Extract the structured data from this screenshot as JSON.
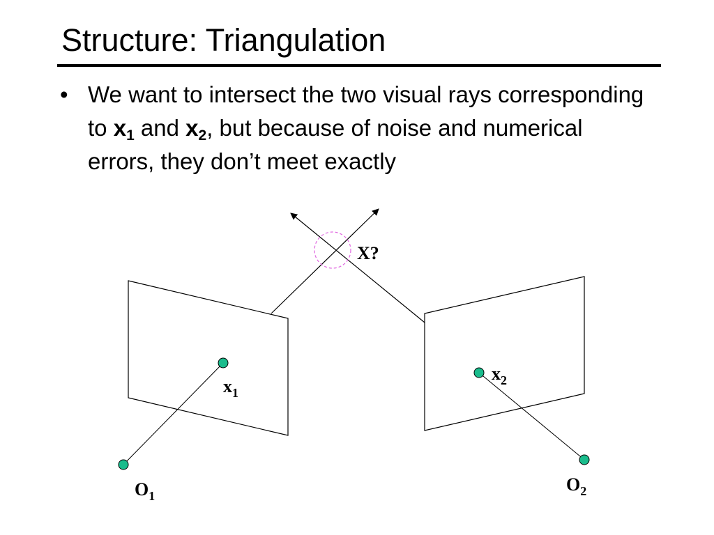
{
  "slide": {
    "title": "Structure: Triangulation",
    "bullet": {
      "marker": "•",
      "part1": "We want to intersect the two visual rays corresponding to ",
      "x_sym": "x",
      "sub1": "1",
      "part2": " and ",
      "sub2": "2",
      "part3": ", but because of noise and numerical errors, they don’t meet exactly"
    }
  },
  "diagram": {
    "label_X": "X?",
    "label_x1_base": "x",
    "label_x1_sub": "1",
    "label_x2_base": "x",
    "label_x2_sub": "2",
    "label_O1_base": "O",
    "label_O1_sub": "1",
    "label_O2_base": "O",
    "label_O2_sub": "2",
    "colors": {
      "point_fill": "#1abc8c",
      "circle_stroke": "#e066e0",
      "line": "#000000"
    }
  }
}
